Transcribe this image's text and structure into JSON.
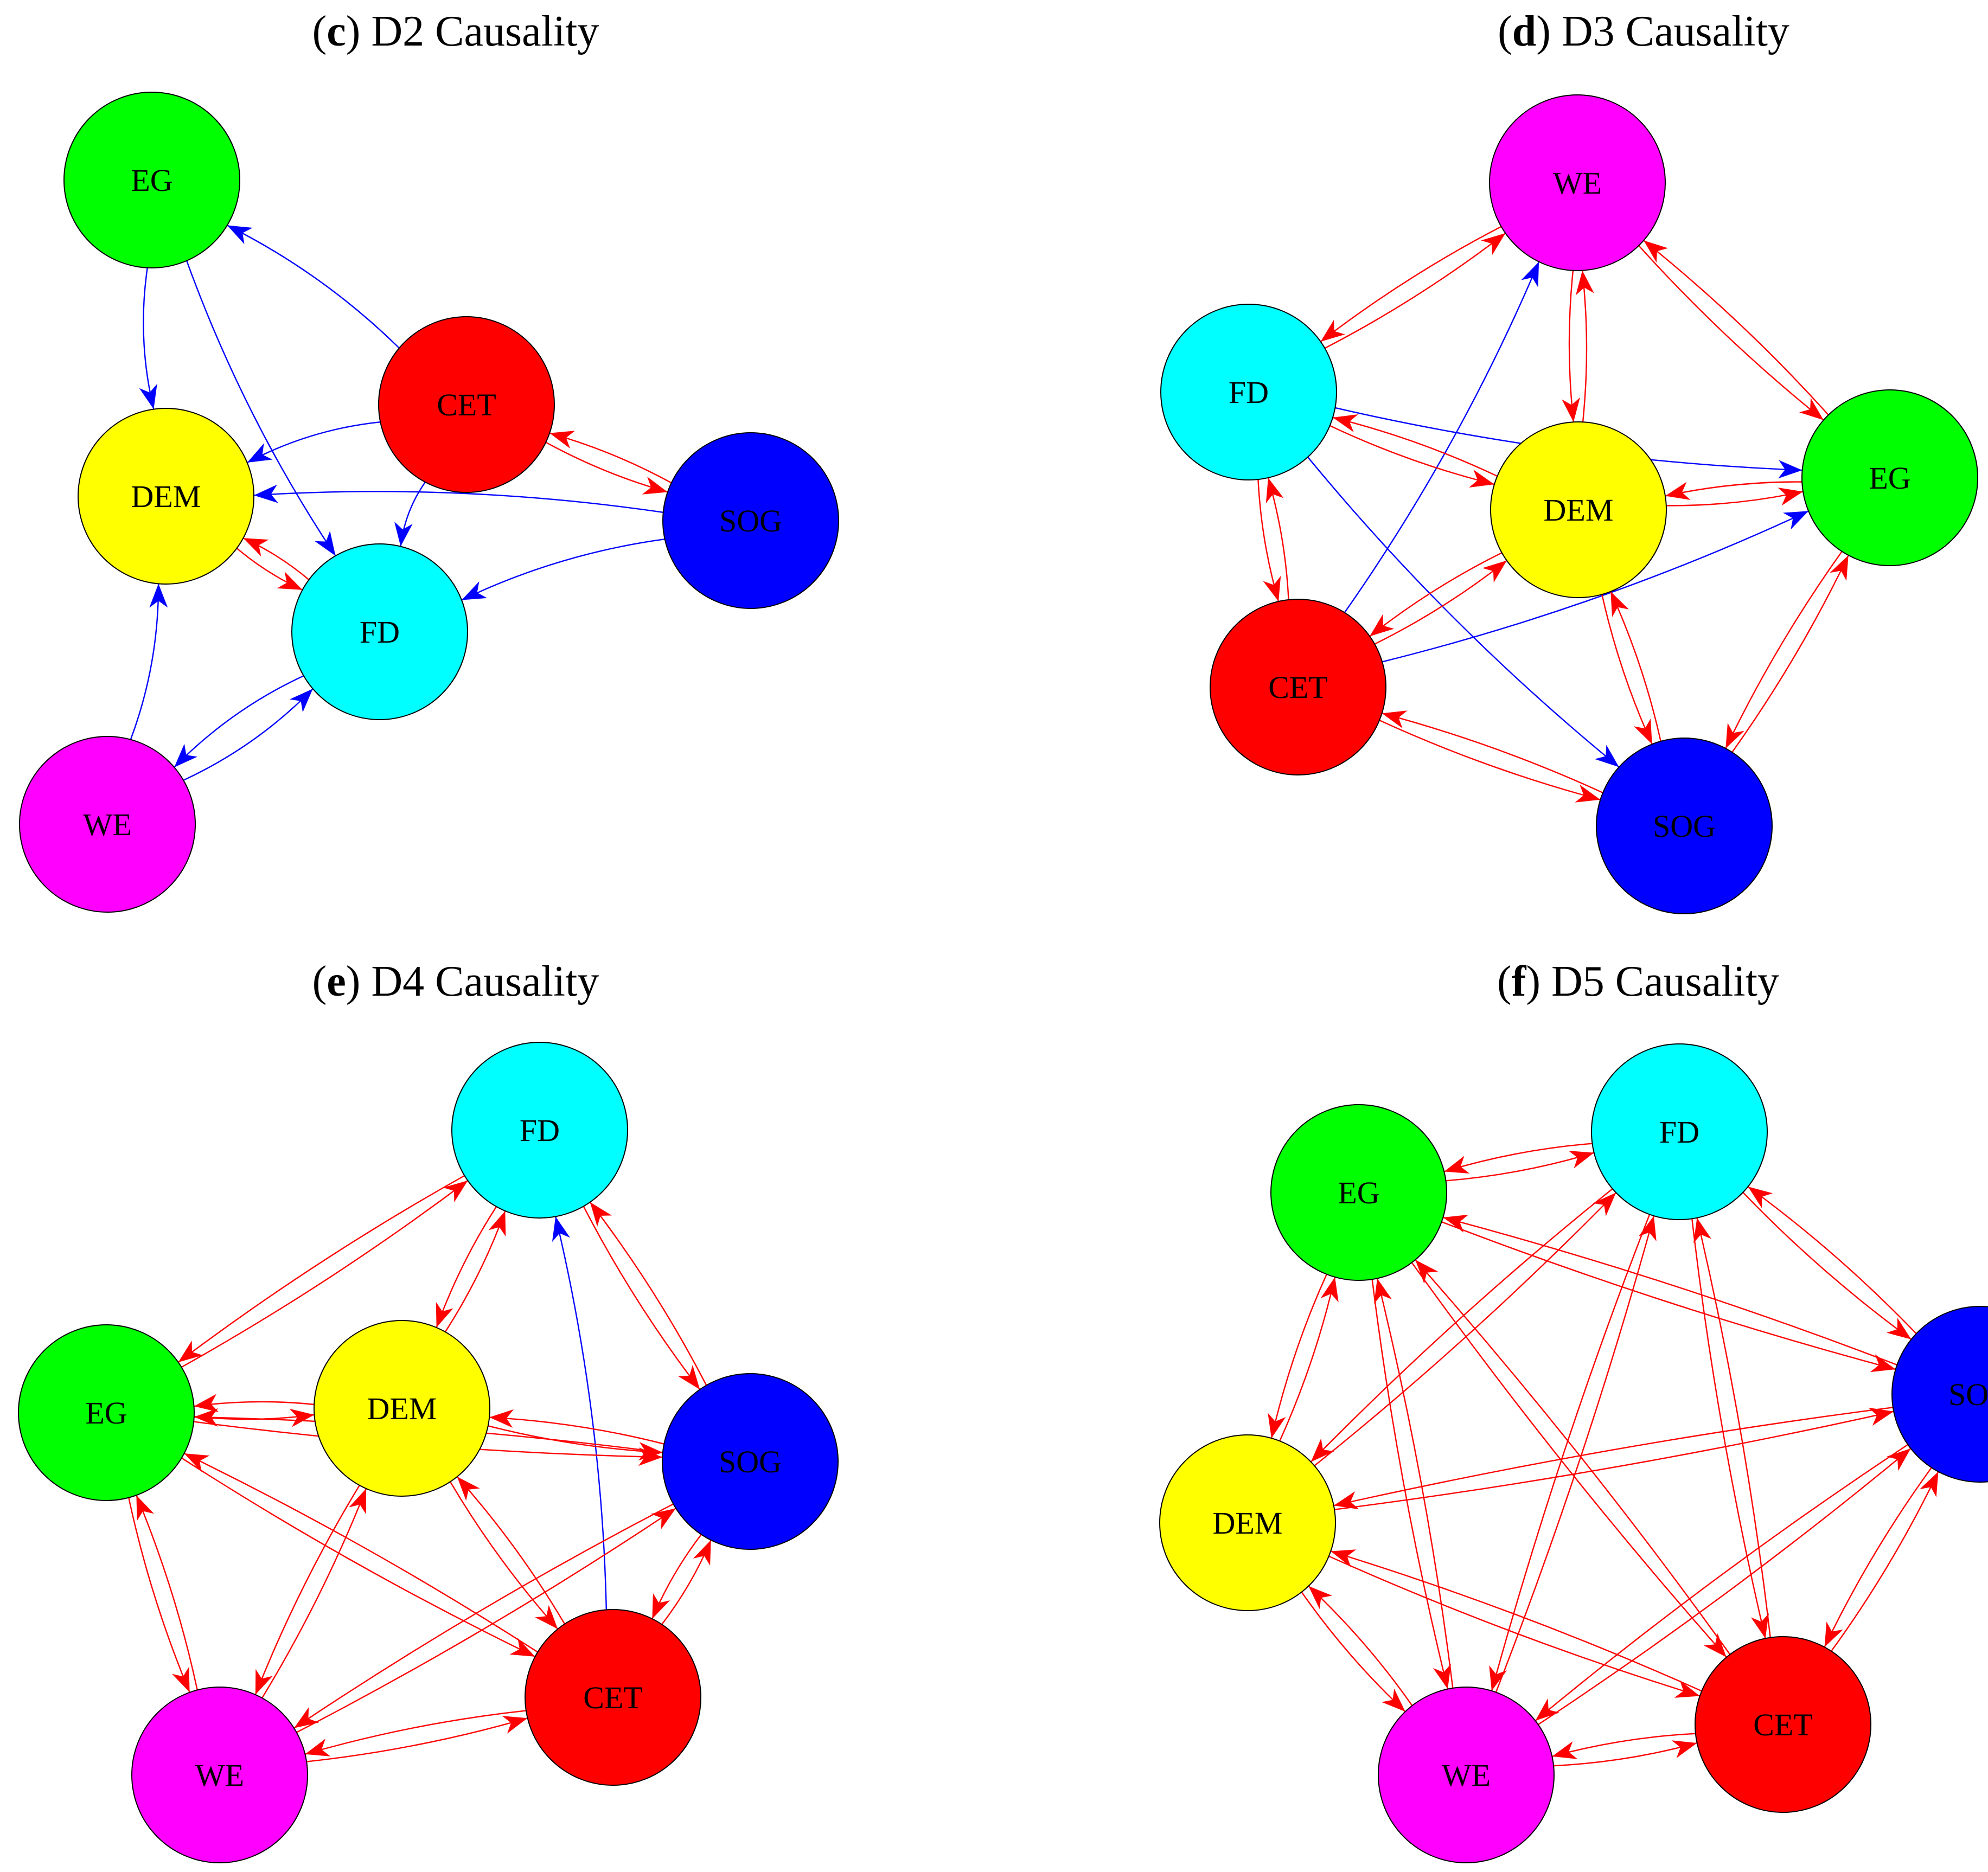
{
  "panels": [
    {
      "letter": "c",
      "title": "D2 Causality",
      "nodes": [
        {
          "id": "EG",
          "label": "EG",
          "color": "#00ff00"
        },
        {
          "id": "DEM",
          "label": "DEM",
          "color": "#ffff00"
        },
        {
          "id": "CET",
          "label": "CET",
          "color": "#ff0000"
        },
        {
          "id": "SOG",
          "label": "SOG",
          "color": "#0000ff"
        },
        {
          "id": "FD",
          "label": "FD",
          "color": "#00ffff"
        },
        {
          "id": "WE",
          "label": "WE",
          "color": "#ff00ff"
        }
      ],
      "edges": [
        {
          "from": "EG",
          "to": "DEM",
          "type": "unidirectional"
        },
        {
          "from": "CET",
          "to": "EG",
          "type": "unidirectional"
        },
        {
          "from": "EG",
          "to": "FD",
          "type": "unidirectional"
        },
        {
          "from": "CET",
          "to": "DEM",
          "type": "unidirectional"
        },
        {
          "from": "CET",
          "to": "FD",
          "type": "unidirectional"
        },
        {
          "from": "CET",
          "to": "SOG",
          "type": "bidirectional"
        },
        {
          "from": "SOG",
          "to": "DEM",
          "type": "unidirectional"
        },
        {
          "from": "SOG",
          "to": "FD",
          "type": "unidirectional"
        },
        {
          "from": "DEM",
          "to": "FD",
          "type": "bidirectional"
        },
        {
          "from": "WE",
          "to": "DEM",
          "type": "unidirectional"
        },
        {
          "from": "FD",
          "to": "WE",
          "type": "unidirectional"
        },
        {
          "from": "WE",
          "to": "FD",
          "type": "unidirectional"
        }
      ]
    },
    {
      "letter": "d",
      "title": "D3 Causality",
      "nodes": [
        {
          "id": "WE",
          "label": "WE",
          "color": "#ff00ff"
        },
        {
          "id": "FD",
          "label": "FD",
          "color": "#00ffff"
        },
        {
          "id": "EG",
          "label": "EG",
          "color": "#00ff00"
        },
        {
          "id": "DEM",
          "label": "DEM",
          "color": "#ffff00"
        },
        {
          "id": "CET",
          "label": "CET",
          "color": "#ff0000"
        },
        {
          "id": "SOG",
          "label": "SOG",
          "color": "#0000ff"
        }
      ],
      "edges": [
        {
          "from": "WE",
          "to": "FD",
          "type": "bidirectional"
        },
        {
          "from": "WE",
          "to": "DEM",
          "type": "bidirectional"
        },
        {
          "from": "WE",
          "to": "EG",
          "type": "bidirectional"
        },
        {
          "from": "CET",
          "to": "WE",
          "type": "unidirectional"
        },
        {
          "from": "FD",
          "to": "EG",
          "type": "unidirectional"
        },
        {
          "from": "FD",
          "to": "DEM",
          "type": "bidirectional"
        },
        {
          "from": "FD",
          "to": "CET",
          "type": "bidirectional"
        },
        {
          "from": "FD",
          "to": "SOG",
          "type": "unidirectional"
        },
        {
          "from": "DEM",
          "to": "EG",
          "type": "bidirectional"
        },
        {
          "from": "CET",
          "to": "EG",
          "type": "unidirectional"
        },
        {
          "from": "DEM",
          "to": "CET",
          "type": "bidirectional"
        },
        {
          "from": "DEM",
          "to": "SOG",
          "type": "bidirectional"
        },
        {
          "from": "EG",
          "to": "SOG",
          "type": "bidirectional"
        },
        {
          "from": "CET",
          "to": "SOG",
          "type": "bidirectional"
        }
      ]
    },
    {
      "letter": "e",
      "title": "D4 Causality",
      "nodes": [
        {
          "id": "FD",
          "label": "FD",
          "color": "#00ffff"
        },
        {
          "id": "EG",
          "label": "EG",
          "color": "#00ff00"
        },
        {
          "id": "DEM",
          "label": "DEM",
          "color": "#ffff00"
        },
        {
          "id": "SOG",
          "label": "SOG",
          "color": "#0000ff"
        },
        {
          "id": "WE",
          "label": "WE",
          "color": "#ff00ff"
        },
        {
          "id": "CET",
          "label": "CET",
          "color": "#ff0000"
        }
      ],
      "edges": [
        {
          "from": "FD",
          "to": "EG",
          "type": "bidirectional"
        },
        {
          "from": "FD",
          "to": "DEM",
          "type": "bidirectional"
        },
        {
          "from": "FD",
          "to": "SOG",
          "type": "bidirectional"
        },
        {
          "from": "CET",
          "to": "FD",
          "type": "unidirectional"
        },
        {
          "from": "EG",
          "to": "DEM",
          "type": "bidirectional"
        },
        {
          "from": "EG",
          "to": "SOG",
          "type": "bidirectional"
        },
        {
          "from": "EG",
          "to": "WE",
          "type": "bidirectional"
        },
        {
          "from": "EG",
          "to": "CET",
          "type": "bidirectional"
        },
        {
          "from": "DEM",
          "to": "SOG",
          "type": "bidirectional"
        },
        {
          "from": "DEM",
          "to": "WE",
          "type": "bidirectional"
        },
        {
          "from": "DEM",
          "to": "CET",
          "type": "bidirectional"
        },
        {
          "from": "SOG",
          "to": "WE",
          "type": "bidirectional"
        },
        {
          "from": "SOG",
          "to": "CET",
          "type": "bidirectional"
        },
        {
          "from": "WE",
          "to": "CET",
          "type": "bidirectional"
        }
      ]
    },
    {
      "letter": "f",
      "title": "D5 Causality",
      "nodes": [
        {
          "id": "EG",
          "label": "EG",
          "color": "#00ff00"
        },
        {
          "id": "FD",
          "label": "FD",
          "color": "#00ffff"
        },
        {
          "id": "SOG",
          "label": "SOG",
          "color": "#0000ff"
        },
        {
          "id": "DEM",
          "label": "DEM",
          "color": "#ffff00"
        },
        {
          "id": "CET",
          "label": "CET",
          "color": "#ff0000"
        },
        {
          "id": "WE",
          "label": "WE",
          "color": "#ff00ff"
        }
      ],
      "edges": [
        {
          "from": "EG",
          "to": "FD",
          "type": "bidirectional"
        },
        {
          "from": "EG",
          "to": "SOG",
          "type": "bidirectional"
        },
        {
          "from": "EG",
          "to": "DEM",
          "type": "bidirectional"
        },
        {
          "from": "EG",
          "to": "CET",
          "type": "bidirectional"
        },
        {
          "from": "EG",
          "to": "WE",
          "type": "bidirectional"
        },
        {
          "from": "FD",
          "to": "SOG",
          "type": "bidirectional"
        },
        {
          "from": "FD",
          "to": "DEM",
          "type": "bidirectional"
        },
        {
          "from": "FD",
          "to": "CET",
          "type": "bidirectional"
        },
        {
          "from": "FD",
          "to": "WE",
          "type": "bidirectional"
        },
        {
          "from": "SOG",
          "to": "DEM",
          "type": "bidirectional"
        },
        {
          "from": "SOG",
          "to": "CET",
          "type": "bidirectional"
        },
        {
          "from": "SOG",
          "to": "WE",
          "type": "bidirectional"
        },
        {
          "from": "DEM",
          "to": "CET",
          "type": "bidirectional"
        },
        {
          "from": "DEM",
          "to": "WE",
          "type": "bidirectional"
        },
        {
          "from": "CET",
          "to": "WE",
          "type": "bidirectional"
        }
      ]
    }
  ],
  "colors": {
    "unidirectional_edge": "#0000ff",
    "bidirectional_edge": "#ff0000",
    "node_border": "#000000"
  }
}
